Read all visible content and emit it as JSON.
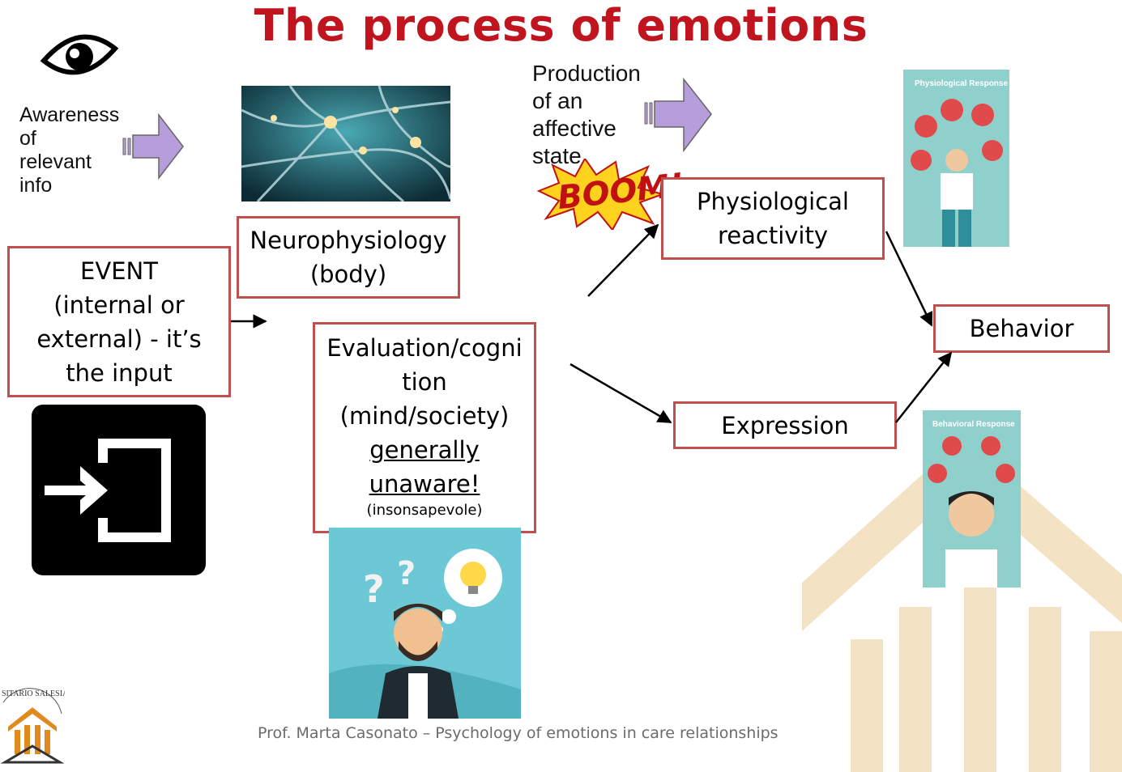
{
  "slide": {
    "title": "The process of emotions",
    "footer": "Prof. Marta Casonato – Psychology of emotions in care relationships"
  },
  "notes": {
    "awareness": [
      "Awareness",
      "of",
      "relevant",
      "info"
    ],
    "production": [
      "Production",
      "of an",
      "affective",
      "state"
    ],
    "boom": "BOOM!"
  },
  "boxes": {
    "event": [
      "EVENT",
      "(internal or",
      "external) - it’s",
      "the input"
    ],
    "neuro": [
      "Neurophysiology",
      "(body)"
    ],
    "evaluation": [
      "Evaluation/cogni",
      "tion",
      "(mind/society)"
    ],
    "evaluation_emph": [
      "generally",
      "unaware!"
    ],
    "evaluation_small": "(insonsapevole)",
    "physio": [
      "Physiological",
      "reactivity"
    ],
    "expression": "Expression",
    "behavior": "Behavior"
  },
  "cards": {
    "physiological": "Physiological Response",
    "behavioral": "Behavioral Response"
  },
  "icons": [
    "eye-icon",
    "arrow-right-icon",
    "enter-icon",
    "neuron-image",
    "thinking-person-image",
    "university-logo"
  ],
  "colors": {
    "title": "#c0141f",
    "box_border": "#c0504d",
    "arrow_fill": "#b69ddb",
    "card_bg": "#8fd0cc"
  }
}
